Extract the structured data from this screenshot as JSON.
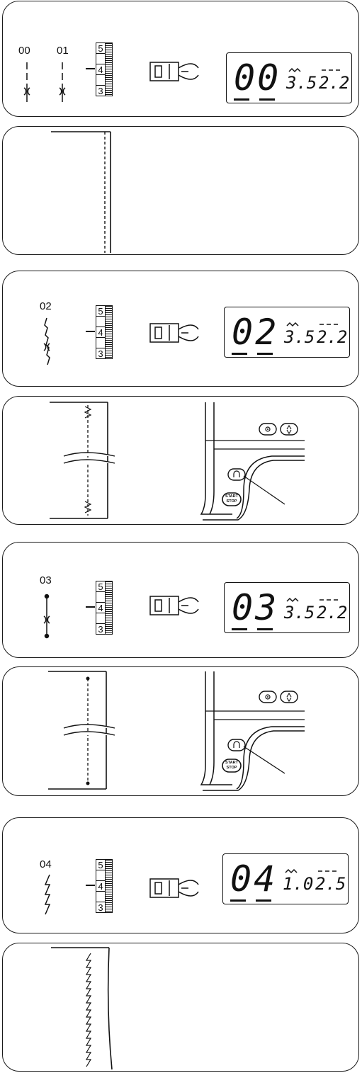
{
  "panels": [
    {
      "pattern_labels": [
        "00",
        "01"
      ],
      "dial_numbers": [
        "5",
        "4",
        "3"
      ],
      "lcd": {
        "pattern": "00",
        "width": "3.5",
        "length": "2.2"
      }
    },
    {
      "pattern_labels": [
        "02"
      ],
      "dial_numbers": [
        "5",
        "4",
        "3"
      ],
      "lcd": {
        "pattern": "02",
        "width": "3.5",
        "length": "2.2"
      }
    },
    {
      "machine_button_labels": {
        "start": "START",
        "stop": "STOP"
      }
    },
    {
      "pattern_labels": [
        "03"
      ],
      "dial_numbers": [
        "5",
        "4",
        "3"
      ],
      "lcd": {
        "pattern": "03",
        "width": "3.5",
        "length": "2.2"
      }
    },
    {
      "machine_button_labels": {
        "start": "START",
        "stop": "STOP"
      }
    },
    {
      "pattern_labels": [
        "04"
      ],
      "dial_numbers": [
        "5",
        "4",
        "3"
      ],
      "lcd": {
        "pattern": "04",
        "width": "1.0",
        "length": "2.5"
      }
    }
  ],
  "icons": {
    "straight-stitch": "straight-stitch-icon",
    "presser-foot": "presser-foot-icon",
    "needle-position": "needle-position-icon",
    "needle-up-down": "needle-up-down-icon",
    "reverse": "reverse-stitch-icon",
    "start-stop": "start-stop-icon"
  }
}
